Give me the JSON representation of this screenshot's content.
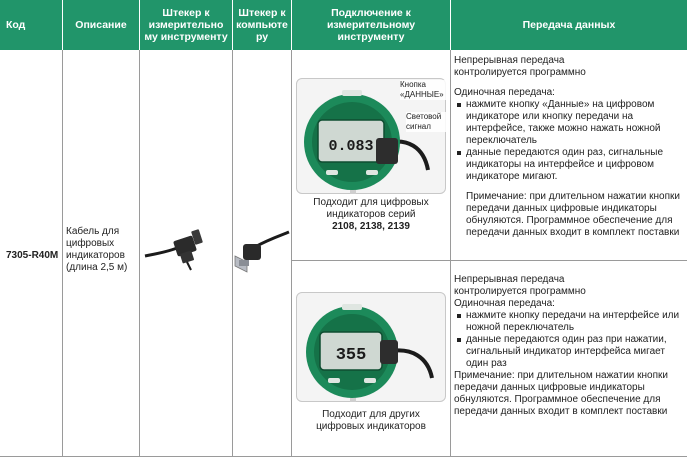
{
  "header": {
    "col_code": "Код",
    "col_desc": "Описание",
    "col_plug_instr": "Штекер к измерительно му инструменту",
    "col_plug_pc": "Штекер к компьюте ру",
    "col_connect": "Подключение к измерительному инструменту",
    "col_transfer": "Передача данных"
  },
  "row": {
    "code": "7305-R40M",
    "description": "Кабель для цифровых индикаторов (длина 2,5 м)"
  },
  "indicator_top": {
    "annot_button": "Кнопка «ДАННЫЕ»",
    "annot_signal": "Световой сигнал",
    "display_value": "0.083",
    "caption_line1": "Подходит для цифровых",
    "caption_line2": "индикаторов серий",
    "caption_series": "2108, 2138, 2139"
  },
  "indicator_bottom": {
    "display_value": "355",
    "caption_line1": "Подходит для других",
    "caption_line2": "цифровых индикаторов"
  },
  "transfer_top": {
    "line1": "Непрерывная передача",
    "line2": "контролируется программно",
    "single": "Одиночная передача:",
    "bullet1": "нажмите кнопку «Данные» на цифровом индикаторе или кнопку передачи на интерфейсе, также можно нажать ножной переключатель",
    "bullet2": "данные передаются один раз, сигнальные индикаторы на интерфейсе и цифровом индикаторе мигают.",
    "note": "Примечание: при длительном нажатии кнопки передачи данных цифровые индикаторы обнуляются. Программное обеспечение для передачи данных входит в комплект поставки"
  },
  "transfer_bottom": {
    "line1": "Непрерывная передача",
    "line2": "контролируется программно",
    "single": "Одиночная передача:",
    "bullet1": "нажмите кнопку передачи на интерфейсе или ножной переключатель",
    "bullet2": "данные передаются один раз при нажатии, сигнальный индикатор интерфейса мигает один раз",
    "note": "Примечание: при длительном нажатии кнопки передачи данных цифровые индикаторы обнуляются. Программное обеспечение для передачи данных входит в комплект поставки"
  },
  "colors": {
    "header_bg": "#21956a",
    "device_green": "#1c8a5a"
  }
}
